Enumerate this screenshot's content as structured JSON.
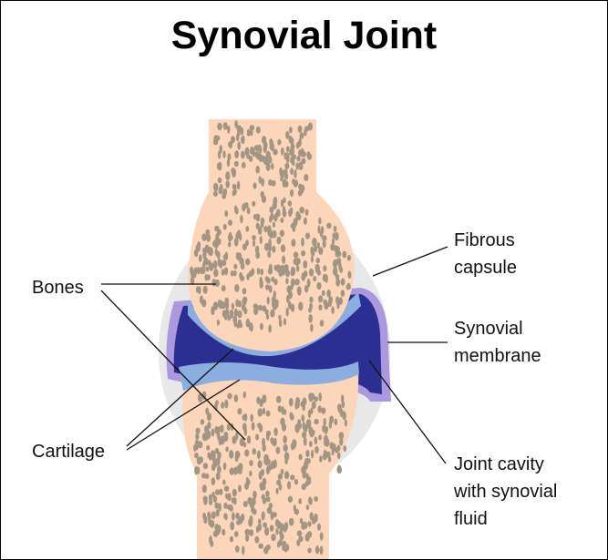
{
  "title": "Synovial Joint",
  "labels": {
    "bones": "Bones",
    "cartilage": "Cartilage",
    "fibrous_capsule": [
      "Fibrous",
      "capsule"
    ],
    "synovial_membrane": [
      "Synovial",
      "membrane"
    ],
    "joint_cavity": [
      "Joint cavity",
      "with synovial",
      "fluid"
    ]
  },
  "colors": {
    "bone": "#fcd6bb",
    "bone_pores": "#a39583",
    "capsule": "#e8e8e8",
    "membrane": "#ab98de",
    "cavity": "#2c2f92",
    "cartilage": "#8badE0"
  }
}
